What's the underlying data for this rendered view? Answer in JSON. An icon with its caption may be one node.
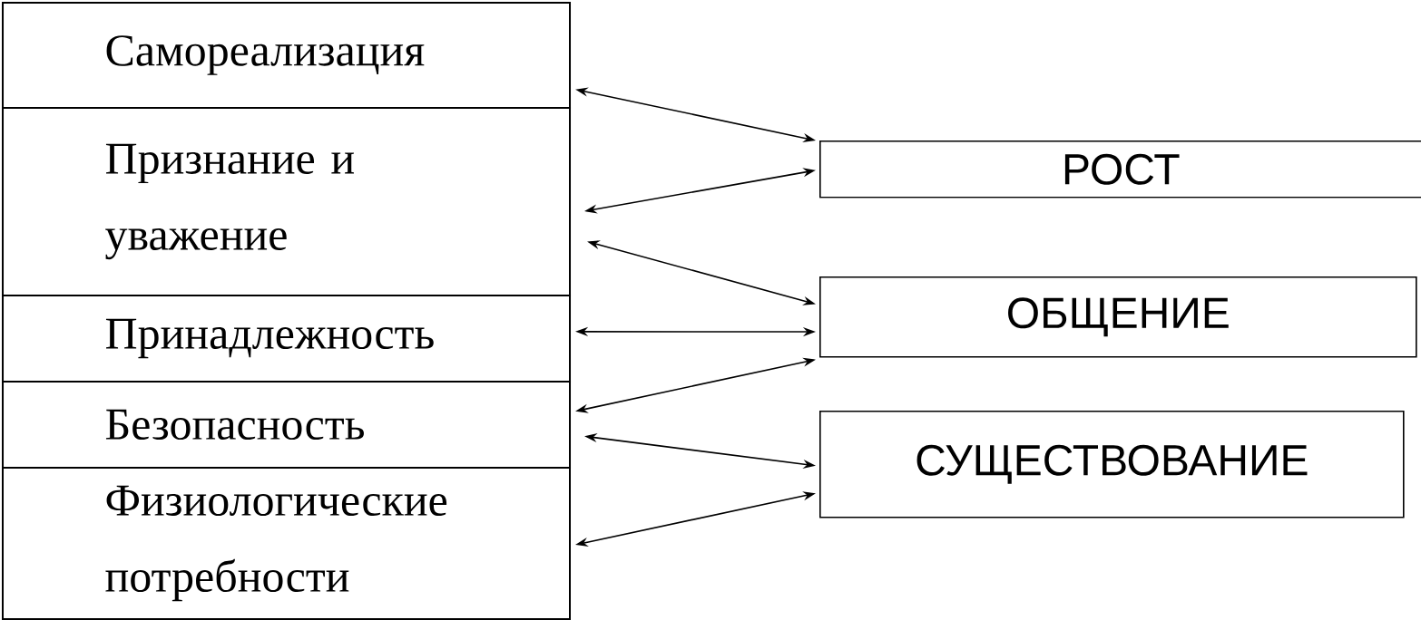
{
  "diagram": {
    "nodes": [
      {
        "text": [
          "Самореализация"
        ]
      },
      {
        "text": [
          "Признание и уважение"
        ]
      },
      {
        "text": [
          "Принадлежность"
        ]
      },
      {
        "text": [
          "Безопасность"
        ]
      },
      {
        "text": [
          "Физиологические потребности"
        ]
      },
      {
        "text": [
          "РОСТ"
        ]
      },
      {
        "text": [
          "ОБЩЕНИЕ"
        ]
      },
      {
        "text": [
          "СУЩЕСТВОВАНИЕ"
        ]
      }
    ],
    "edges": [
      {
        "from": 0,
        "to": 5,
        "arrow": "both"
      },
      {
        "from": 1,
        "to": 5,
        "arrow": "both"
      },
      {
        "from": 1,
        "to": 6,
        "arrow": "both"
      },
      {
        "from": 2,
        "to": 6,
        "arrow": "both"
      },
      {
        "from": 3,
        "to": 6,
        "arrow": "both"
      },
      {
        "from": 3,
        "to": 7,
        "arrow": "both"
      },
      {
        "from": 4,
        "to": 7,
        "arrow": "both"
      }
    ]
  }
}
